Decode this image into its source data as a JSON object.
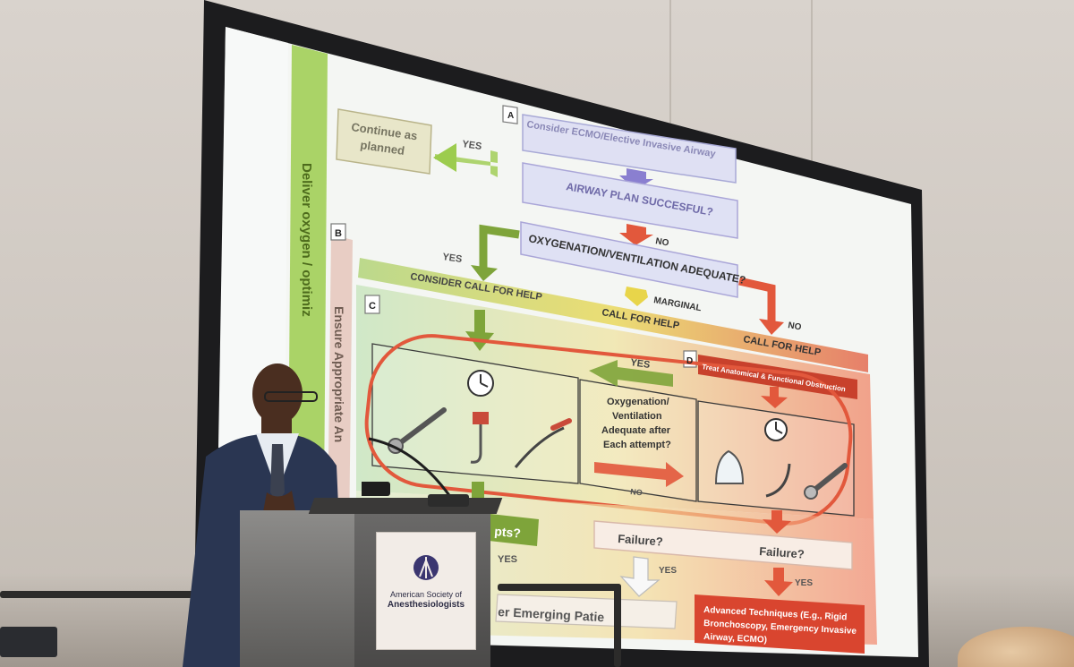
{
  "slide": {
    "side_bar_a": "Deliver oxygen  / optimiz",
    "side_bar_b": "Ensure Appropriate An",
    "section_labels": [
      "A",
      "B",
      "C",
      "D"
    ],
    "continue_box": "Continue as planned",
    "yes_top": "YES",
    "consider_ecmo": "Consider ECMO/Elective Invasive Airway",
    "airway_plan": "AIRWAY PLAN SUCCESFUL?",
    "no_1": "NO",
    "yes_left": "YES",
    "oxygenation_adequate": "OXYGENATION/VENTILATION ADEQUATE?",
    "consider_call": "CONSIDER CALL FOR HELP",
    "marginal": "MARGINAL",
    "call_for_help_mid": "CALL FOR HELP",
    "no_right": "NO",
    "call_for_help_right": "CALL FOR HELP",
    "yes_mid": "YES",
    "treat_obstruction": "Treat Anatomical & Functional Obstruction",
    "center_question": "Oxygenation/ Ventilation Adequate after Each attempt?",
    "no_2": "NO",
    "pts_fragment": "pts?",
    "yes_low_left": "YES",
    "failure_mid": "Failure?",
    "failure_right": "Failure?",
    "yes_low_mid": "YES",
    "yes_low_right": "YES",
    "emerging": "er Emerging Patie",
    "advanced": "Advanced Techniques (E.g., Rigid Bronchoscopy, Emergency Invasive Airway, ECMO)"
  },
  "podium_sign": {
    "line1": "American Society of",
    "line2": "Anesthesiologists"
  },
  "colors": {
    "green": "#8cb84a",
    "red": "#e2583c",
    "yellow": "#e8d54a",
    "purple": "#8a7fd0",
    "slide_bg": "#eef2ee"
  }
}
